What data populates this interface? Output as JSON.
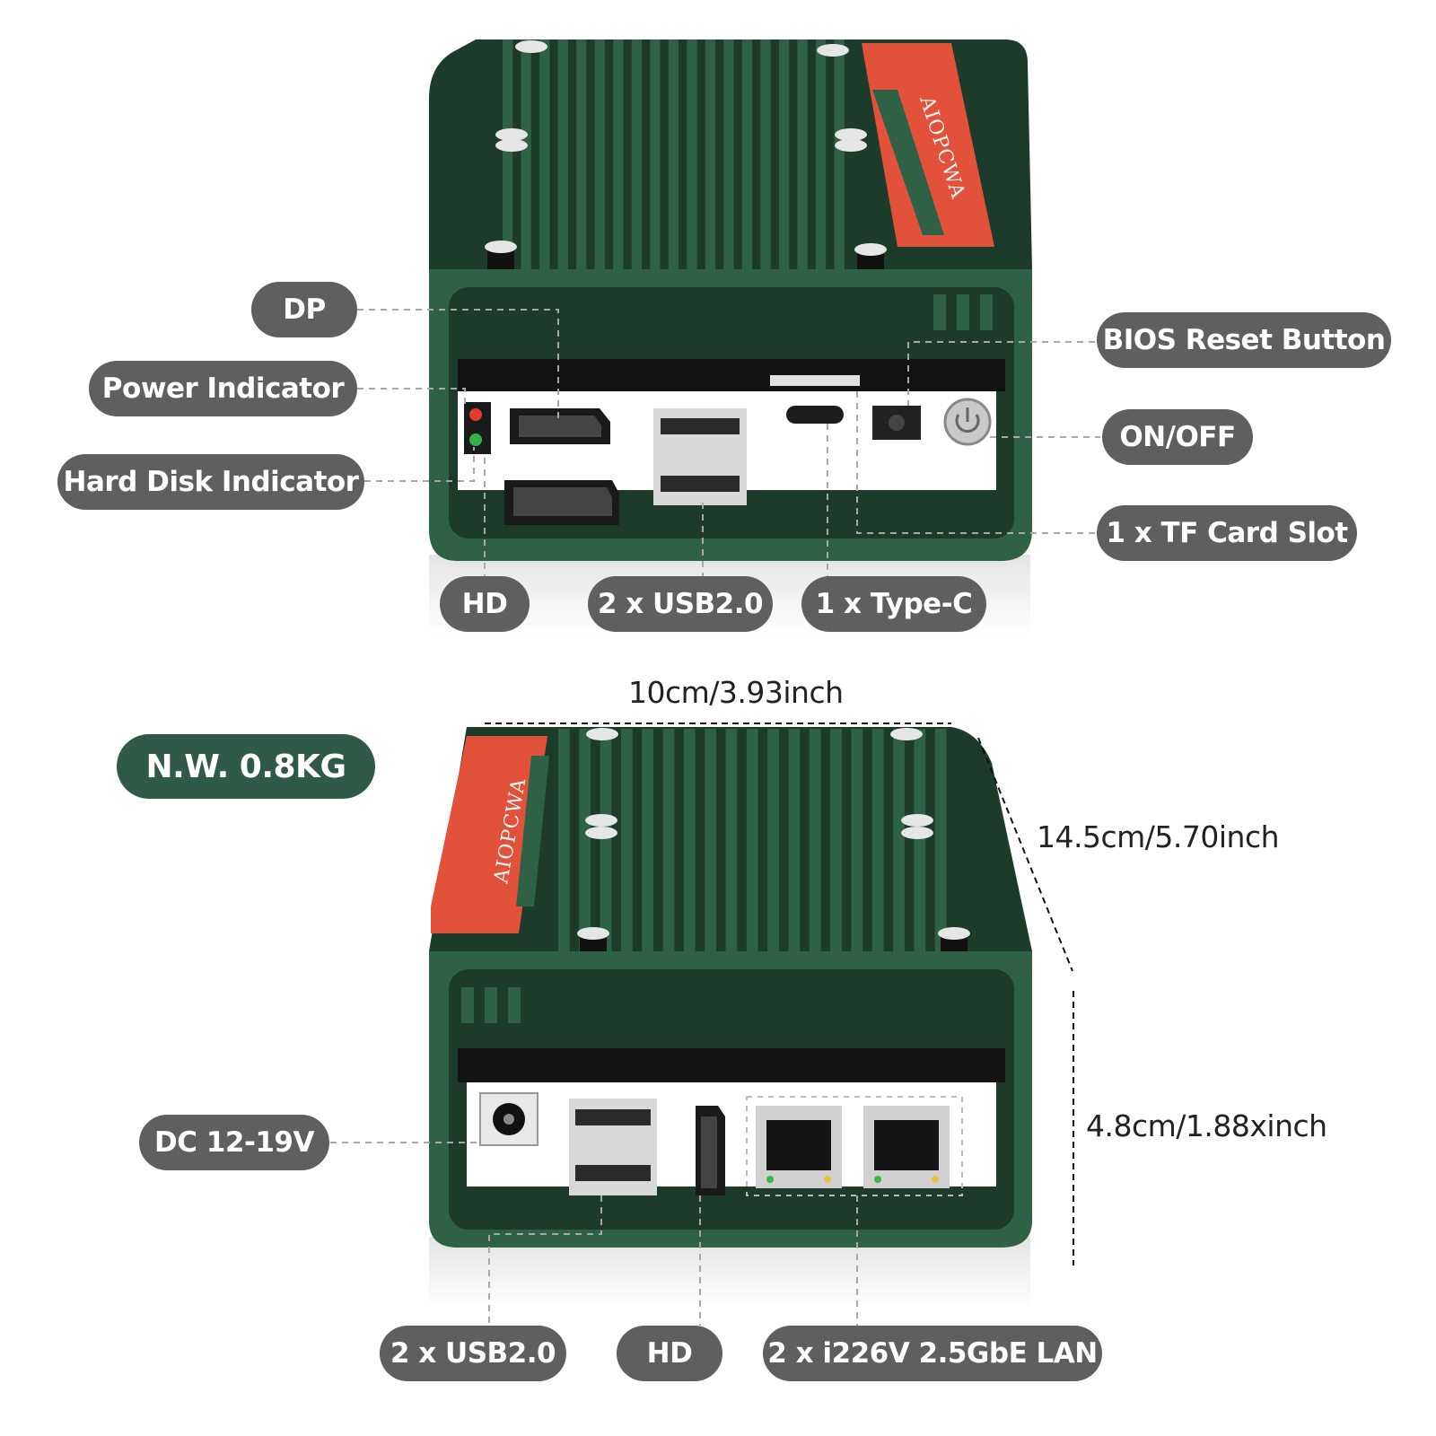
{
  "brand": "AIOPCWA",
  "colors": {
    "case_green": "#2f6146",
    "case_dark": "#1d3b2b",
    "accent_orange": "#e2513a",
    "label_gray": "#5f5f5f",
    "weight_green": "#2f5a48"
  },
  "front": {
    "labels": {
      "dp": "DP",
      "power_indicator": "Power Indicator",
      "hard_disk_indicator": "Hard Disk Indicator",
      "hd": "HD",
      "usb": "2 x USB2.0",
      "type_c": "1 x Type-C",
      "bios_reset": "BIOS Reset Button",
      "on_off": "ON/OFF",
      "tf_card": "1 x TF Card Slot"
    }
  },
  "dimensions": {
    "width": "10cm/3.93inch",
    "depth": "14.5cm/5.70inch",
    "height": "4.8cm/1.88xinch"
  },
  "weight": "N.W. 0.8KG",
  "rear": {
    "labels": {
      "dc": "DC 12-19V",
      "usb": "2 x USB2.0",
      "hd": "HD",
      "lan": "2 x i226V 2.5GbE LAN"
    }
  }
}
